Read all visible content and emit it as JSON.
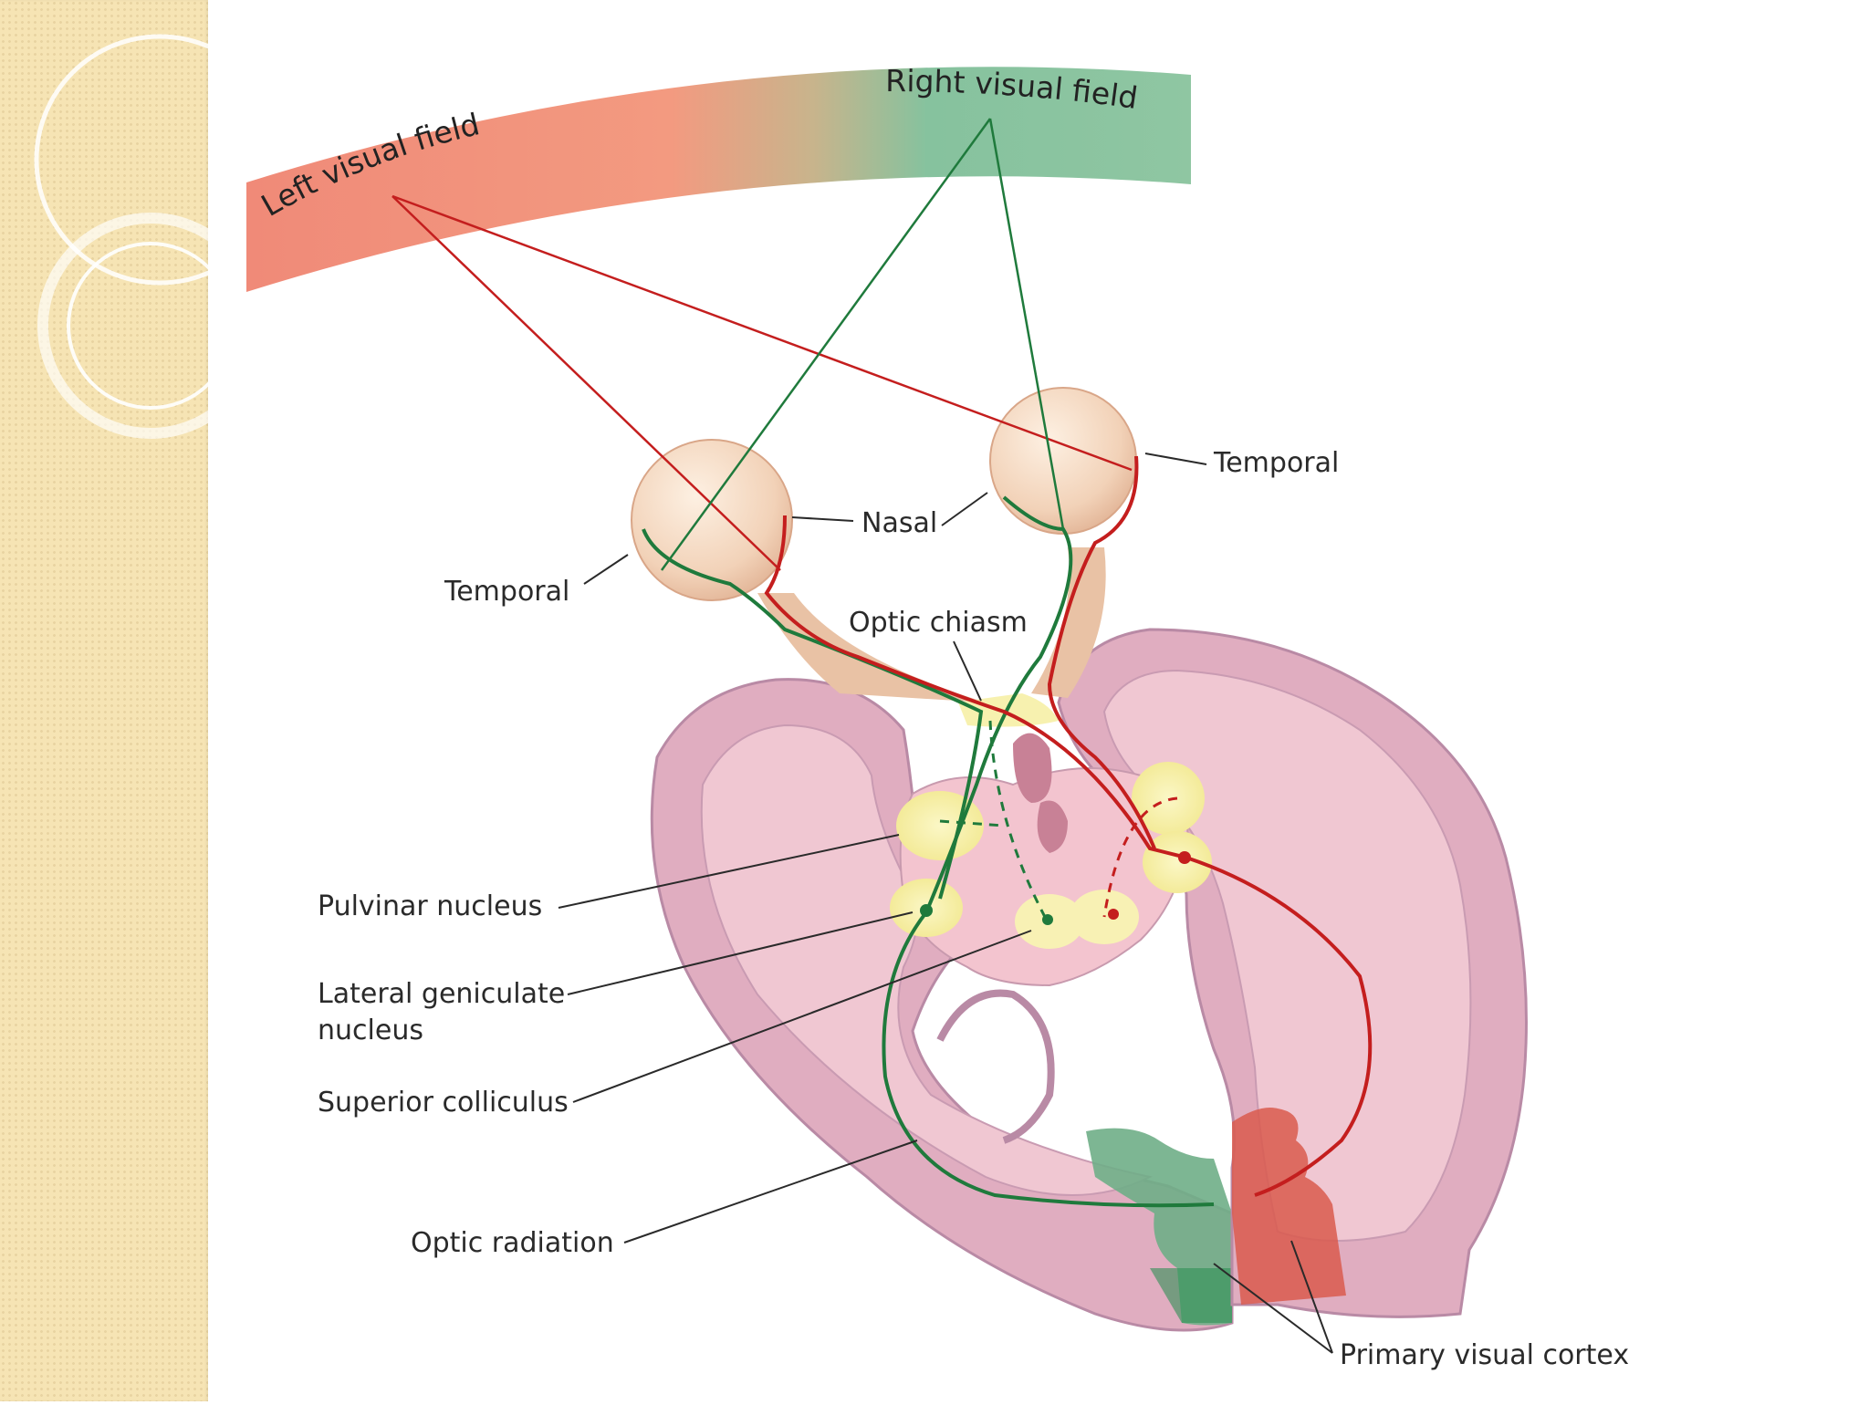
{
  "visual_field": {
    "left": "Left visual field",
    "right": "Right visual field"
  },
  "labels": {
    "temporal_left": "Temporal",
    "temporal_right": "Temporal",
    "nasal": "Nasal",
    "optic_chiasm": "Optic chiasm",
    "pulvinar_nucleus": "Pulvinar nucleus",
    "lateral_geniculate_line1": "Lateral geniculate",
    "lateral_geniculate_line2": "nucleus",
    "superior_colliculus": "Superior colliculus",
    "optic_radiation": "Optic radiation",
    "primary_visual_cortex": "Primary visual cortex"
  },
  "colors": {
    "left_field": "#f08a78",
    "right_field": "#86c29e",
    "left_pathway": "#c41e1e",
    "right_pathway": "#1f7a3c",
    "brain_tissue": "#e0adc0",
    "brain_outline": "#b98aa5",
    "thalamus_nuclei": "#f6efa6",
    "sidebar": "#f6e4b4"
  }
}
